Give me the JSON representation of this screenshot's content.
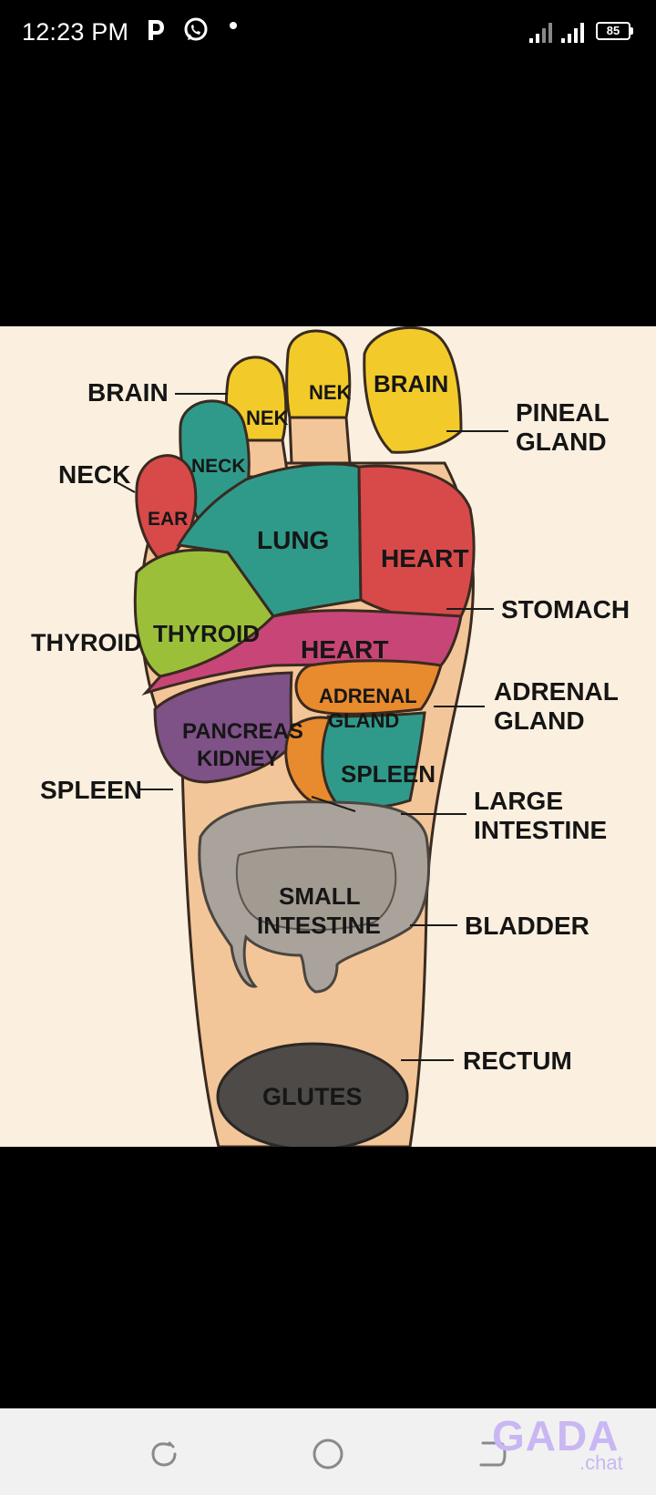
{
  "status_bar": {
    "time": "12:23 PM",
    "battery": "85",
    "icons": [
      "parking-app-icon",
      "whatsapp-icon",
      "notification-dot",
      "signal-icon",
      "signal-icon",
      "battery-icon"
    ]
  },
  "diagram": {
    "external_labels": {
      "brain": "BRAIN",
      "neck": "NECK",
      "thyroid": "THYROID",
      "spleen": "SPLEEN",
      "pineal_1": "PINEAL",
      "pineal_2": "GLAND",
      "stomach": "STOMACH",
      "adrenal_1": "ADRENAL",
      "adrenal_2": "GLAND",
      "large_1": "LARGE",
      "large_2": "INTESTINE",
      "bladder": "BLADDER",
      "rectum": "RECTUM"
    },
    "regions": {
      "toe_brain": "BRAIN",
      "toe2": "NEK",
      "toe3": "NEK",
      "toe4": "NECK",
      "toe5": "EAR",
      "lung": "LUNG",
      "heart_upper": "HEART",
      "thyroid": "THYROID",
      "heart_mid": "HEART",
      "adrenal_1": "ADRENAL",
      "adrenal_2": "GLAND",
      "pancreas": "PANCREAS",
      "kidney": "KIDNEY",
      "spleen": "SPLEEN",
      "small_1": "SMALL",
      "small_2": "INTESTINE",
      "glutes": "GLUTES"
    },
    "colors": {
      "background": "#fbf0df",
      "skin": "#f3c699",
      "yellow": "#f2cb2a",
      "teal": "#2f9a8a",
      "red": "#d84a4a",
      "lime": "#9cbf3a",
      "magenta": "#c84677",
      "orange": "#e88a2e",
      "purple": "#7e5187",
      "gray_intestine": "#aaa39b",
      "dark_gray": "#4d4a48"
    }
  },
  "nav_bar": {
    "buttons": [
      "recent-apps-button",
      "home-button",
      "back-button"
    ]
  },
  "watermark": {
    "main": "GADA",
    "sub": ".chat"
  }
}
